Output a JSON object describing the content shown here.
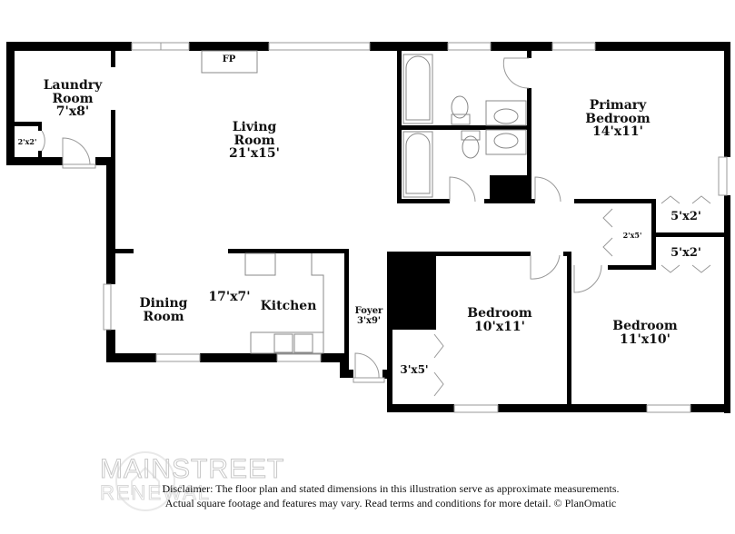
{
  "floorplan": {
    "rooms": [
      {
        "id": "laundry",
        "name_lines": [
          "Laundry",
          "Room"
        ],
        "dimensions": "7'x8'"
      },
      {
        "id": "laundry-closet",
        "name_lines": [],
        "dimensions": "2'x2'"
      },
      {
        "id": "living",
        "name_lines": [
          "Living",
          "Room"
        ],
        "dimensions": "21'x15'"
      },
      {
        "id": "fireplace",
        "label": "FP"
      },
      {
        "id": "primary-bedroom",
        "name_lines": [
          "Primary",
          "Bedroom"
        ],
        "dimensions": "14'x11'"
      },
      {
        "id": "closet-a",
        "name_lines": [],
        "dimensions": "5'x2'"
      },
      {
        "id": "closet-b",
        "name_lines": [],
        "dimensions": "5'x2'"
      },
      {
        "id": "hall-closet",
        "name_lines": [],
        "dimensions": "2'x5'"
      },
      {
        "id": "dining",
        "name_lines": [
          "Dining",
          "Room"
        ]
      },
      {
        "id": "kitchen",
        "name_lines": [
          "Kitchen"
        ]
      },
      {
        "id": "dining-kitchen-dims",
        "dimensions": "17'x7'"
      },
      {
        "id": "foyer",
        "name_lines": [
          "Foyer"
        ],
        "dimensions": "3'x9'"
      },
      {
        "id": "bedroom-2",
        "name_lines": [
          "Bedroom"
        ],
        "dimensions": "10'x11'"
      },
      {
        "id": "bedroom-2-closet",
        "name_lines": [],
        "dimensions": "3'x5'"
      },
      {
        "id": "bedroom-3",
        "name_lines": [
          "Bedroom"
        ],
        "dimensions": "11'x10'"
      }
    ]
  },
  "labels": {
    "laundry_1": "Laundry",
    "laundry_2": "Room",
    "laundry_dim": "7'x8'",
    "laundry_closet_dim": "2'x2'",
    "living_1": "Living",
    "living_2": "Room",
    "living_dim": "21'x15'",
    "fp": "FP",
    "primary_1": "Primary",
    "primary_2": "Bedroom",
    "primary_dim": "14'x11'",
    "closet_a_dim": "5'x2'",
    "closet_b_dim": "5'x2'",
    "hall_closet_dim": "2'x5'",
    "dining_1": "Dining",
    "dining_2": "Room",
    "kitchen": "Kitchen",
    "dk_dim": "17'x7'",
    "foyer_1": "Foyer",
    "foyer_dim": "3'x9'",
    "bed2_1": "Bedroom",
    "bed2_dim": "10'x11'",
    "bed2_closet_dim": "3'x5'",
    "bed3_1": "Bedroom",
    "bed3_dim": "11'x10'"
  },
  "watermark": {
    "line1": "MAINSTREET",
    "line2": "RENEWAL"
  },
  "disclaimer": {
    "line1": "Disclaimer: The floor plan and stated dimensions in this illustration serve as approximate measurements.",
    "line2": "Actual square footage and features may vary. Read terms and conditions for more detail. © PlanOmatic"
  }
}
